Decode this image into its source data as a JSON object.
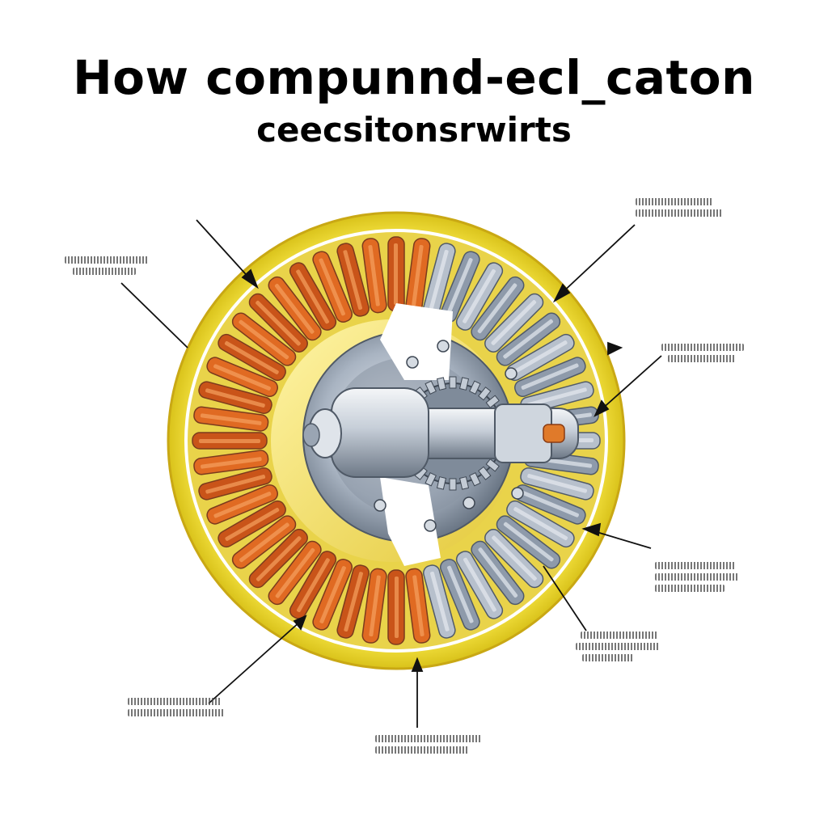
{
  "title": {
    "line1": "How compunnd-ecl_caton",
    "line2": "ceecsitonsrwirts"
  },
  "colors": {
    "outer_ring": "#f2dc27",
    "coil_copper": "#e06a22",
    "coil_dark": "#7a3b1e",
    "steel": "#a9b4c2",
    "steel_dark": "#5f6b7a",
    "background": "#ffffff"
  },
  "callouts": [
    {
      "id": "top-left-pointer",
      "label_lines": 0
    },
    {
      "id": "left-upper",
      "label_lines": 2
    },
    {
      "id": "right-top",
      "label_lines": 2
    },
    {
      "id": "right-upper",
      "label_lines": 2
    },
    {
      "id": "right-lower",
      "label_lines": 3
    },
    {
      "id": "bottom-right",
      "label_lines": 3
    },
    {
      "id": "bottom-center",
      "label_lines": 2
    },
    {
      "id": "bottom-left",
      "label_lines": 2
    }
  ]
}
